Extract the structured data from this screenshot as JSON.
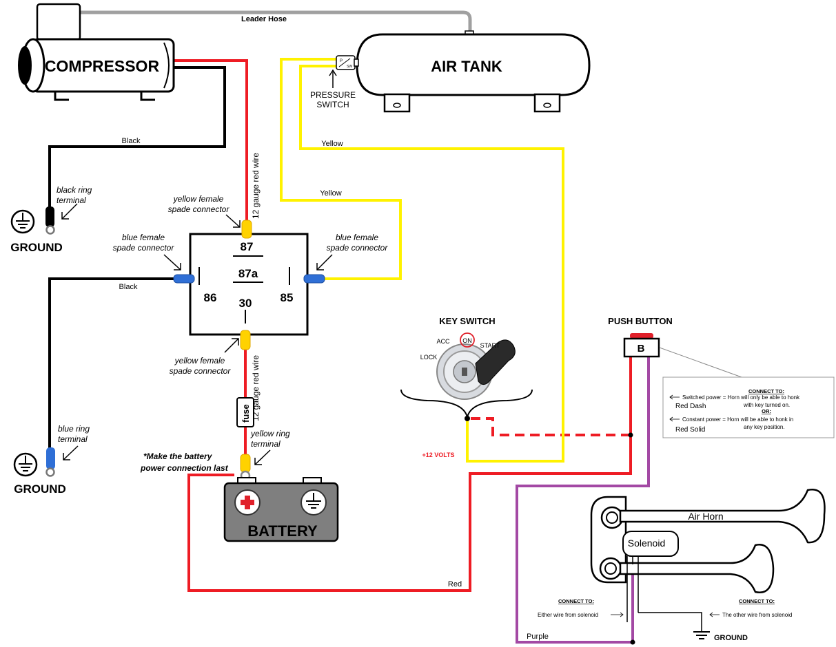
{
  "labels": {
    "compressor": "COMPRESSOR",
    "air_tank": "AIR TANK",
    "leader_hose": "Leader Hose",
    "pressure_switch_line1": "PRESSURE",
    "pressure_switch_line2": "SWITCH",
    "pressure_switch_p": "P",
    "pressure_switch_sw": "SW",
    "black_top": "Black",
    "black_mid": "Black",
    "yellow_top": "Yellow",
    "yellow_mid": "Yellow",
    "red_bottom": "Red",
    "purple": "Purple",
    "wire_12g_top": "12 gauge red wire",
    "wire_12g_bottom": "12 gauge red wire",
    "fuse": "fuse",
    "ground_left_top": "GROUND",
    "ground_left_bottom": "GROUND",
    "ground_horn": "GROUND",
    "black_ring_terminal_1": "black ring",
    "black_ring_terminal_2": "terminal",
    "blue_ring_terminal_1": "blue ring",
    "blue_ring_terminal_2": "terminal",
    "yellow_female_top_1": "yellow female",
    "yellow_female_top_2": "spade connector",
    "yellow_female_bottom_1": "yellow female",
    "yellow_female_bottom_2": "spade connector",
    "blue_female_left_1": "blue female",
    "blue_female_left_2": "spade connector",
    "blue_female_right_1": "blue female",
    "blue_female_right_2": "spade connector",
    "yellow_ring_1": "yellow ring",
    "yellow_ring_2": "terminal",
    "battery_note_1": "*Make the battery",
    "battery_note_2": "power connection last",
    "battery": "BATTERY",
    "relay_87": "87",
    "relay_87a": "87a",
    "relay_86": "86",
    "relay_85": "85",
    "relay_30": "30",
    "key_switch": "KEY SWITCH",
    "key_acc": "ACC",
    "key_on": "ON",
    "key_start": "START",
    "key_lock": "LOCK",
    "plus_12v": "+12 VOLTS",
    "push_button": "PUSH BUTTON",
    "push_b": "B",
    "air_horn": "Air Horn",
    "solenoid": "Solenoid"
  },
  "notes": {
    "connect_title": "CONNECT TO:",
    "switched_line1": "Switched power = Horn will only be able to honk",
    "switched_line2": "with key turned on.",
    "red_dash": "Red Dash",
    "or": "OR:",
    "constant_line1": "Constant power = Horn will be able to honk in",
    "constant_line2": "any key position.",
    "red_solid": "Red Solid",
    "connect_left_title": "CONNECT TO:",
    "connect_left_text": "Either wire from solenoid",
    "connect_right_title": "CONNECT TO:",
    "connect_right_text": "The other wire from solenoid"
  },
  "colors": {
    "red_wire": "#ee1c24",
    "black_wire": "#000000",
    "yellow_wire": "#fff200",
    "purple_wire": "#a349a4",
    "gray_hose": "#a0a0a0",
    "yellow_connector": "#ffd200",
    "blue_connector": "#2f6fd6",
    "battery_body": "#7f7f7f",
    "plus_red": "#e0202a"
  }
}
